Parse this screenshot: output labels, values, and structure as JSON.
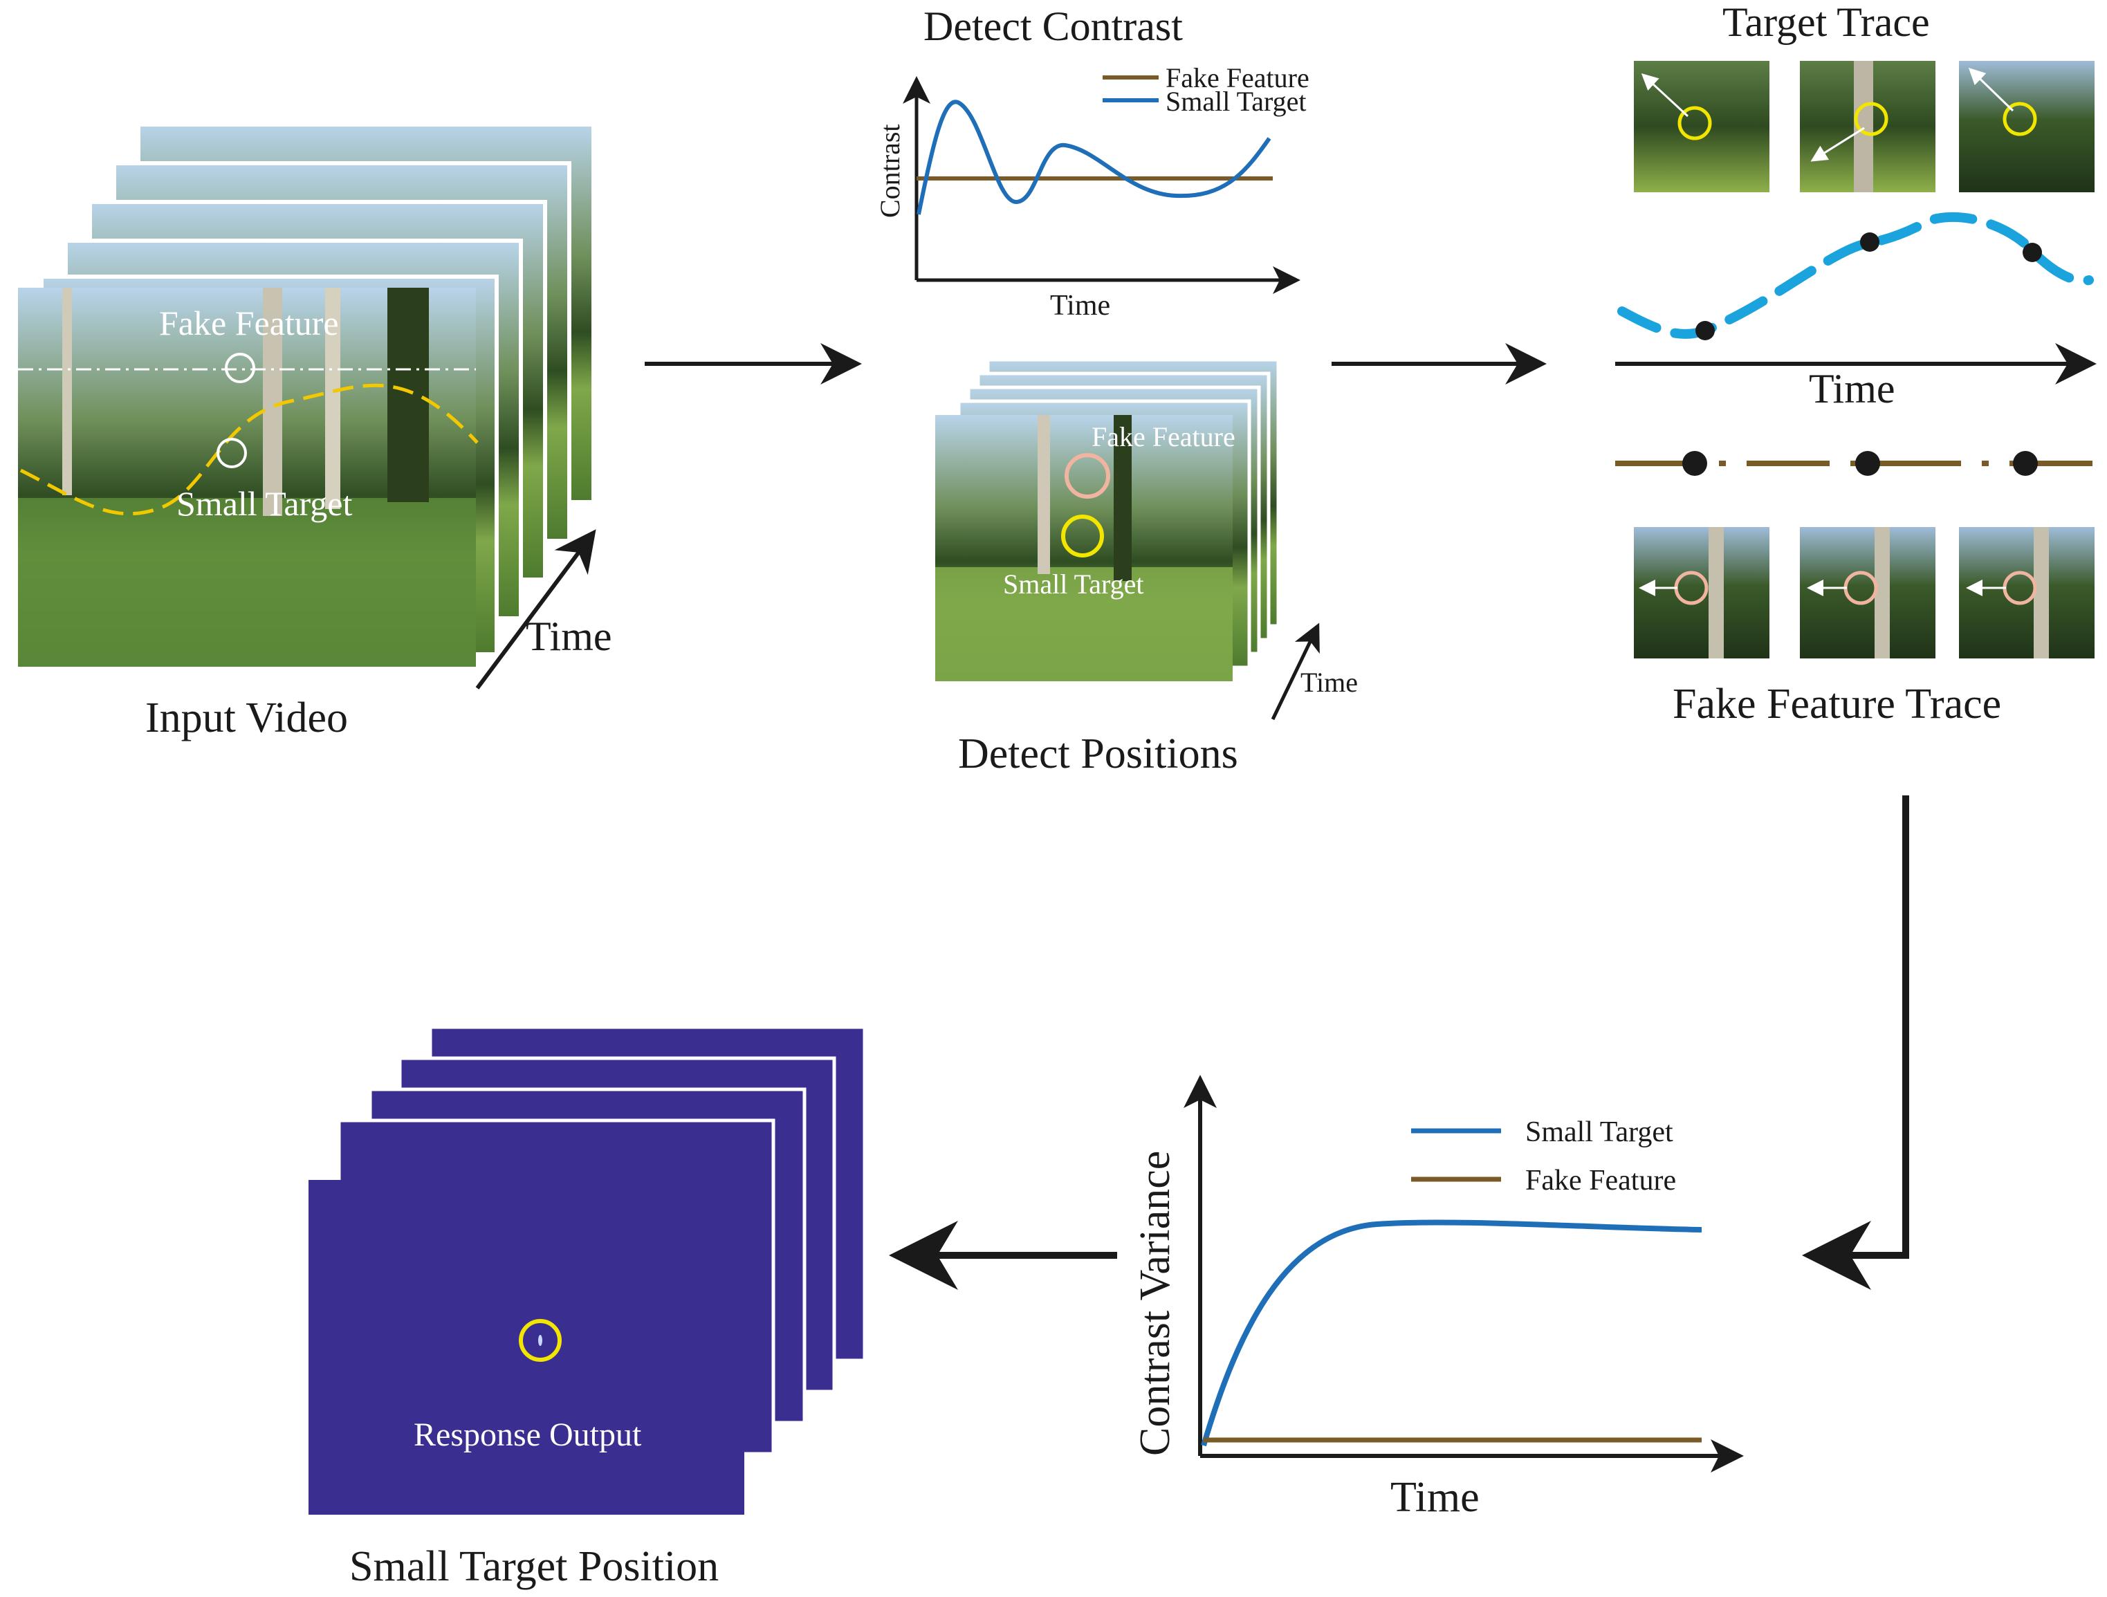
{
  "colors": {
    "arrow": "#1a1a1a",
    "small_target": "#1f6fb8",
    "fake_feature": "#7a5a26",
    "trace_dash": "#1aa3dc",
    "highlight_yellow": "#f2e600",
    "highlight_pink": "#f0b4a0",
    "response_bg": "#3a2f90",
    "foliage_dark": "#2e4a20",
    "foliage_mid": "#5c8a3a",
    "grass": "#8fb04a",
    "sky": "#b9d4ea"
  },
  "input_video": {
    "caption": "Input Video",
    "fake_feature_label": "Fake Feature",
    "small_target_label": "Small Target",
    "time_label": "Time"
  },
  "detect_contrast": {
    "title": "Detect Contrast",
    "ylabel": "Contrast",
    "xlabel": "Time",
    "legend": [
      "Fake Feature",
      "Small Target"
    ]
  },
  "detect_positions": {
    "caption": "Detect Positions",
    "fake_feature_label": "Fake Feature",
    "small_target_label": "Small Target",
    "time_label": "Time"
  },
  "target_trace": {
    "title": "Target Trace",
    "time_label": "Time"
  },
  "fake_feature_trace": {
    "caption": "Fake Feature Trace"
  },
  "contrast_variance": {
    "ylabel": "Contrast Variance",
    "xlabel": "Time",
    "legend": [
      "Small Target",
      "Fake Feature"
    ]
  },
  "response": {
    "inner_label": "Response Output",
    "caption": "Small Target Position"
  }
}
